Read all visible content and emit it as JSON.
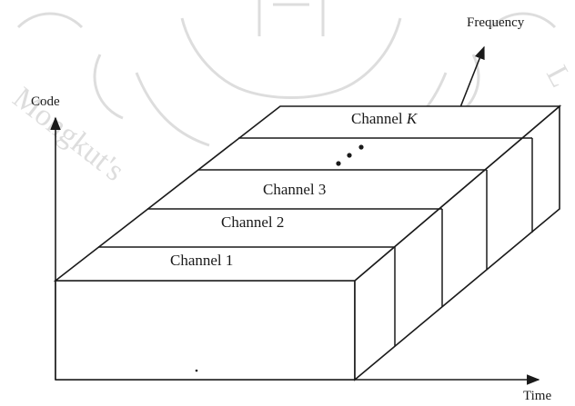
{
  "axes": {
    "code": "Code",
    "time": "Time",
    "frequency": "Frequency"
  },
  "channels": {
    "channel_1": "Channel 1",
    "channel_2": "Channel 2",
    "channel_3": "Channel 3",
    "channel_k_prefix": "Channel ",
    "channel_k_var": "K"
  },
  "watermark": {
    "text": "Mongkut's Institute of Technology",
    "color": "#000000"
  },
  "colors": {
    "ink": "#1a1a1a",
    "background": "#ffffff"
  }
}
